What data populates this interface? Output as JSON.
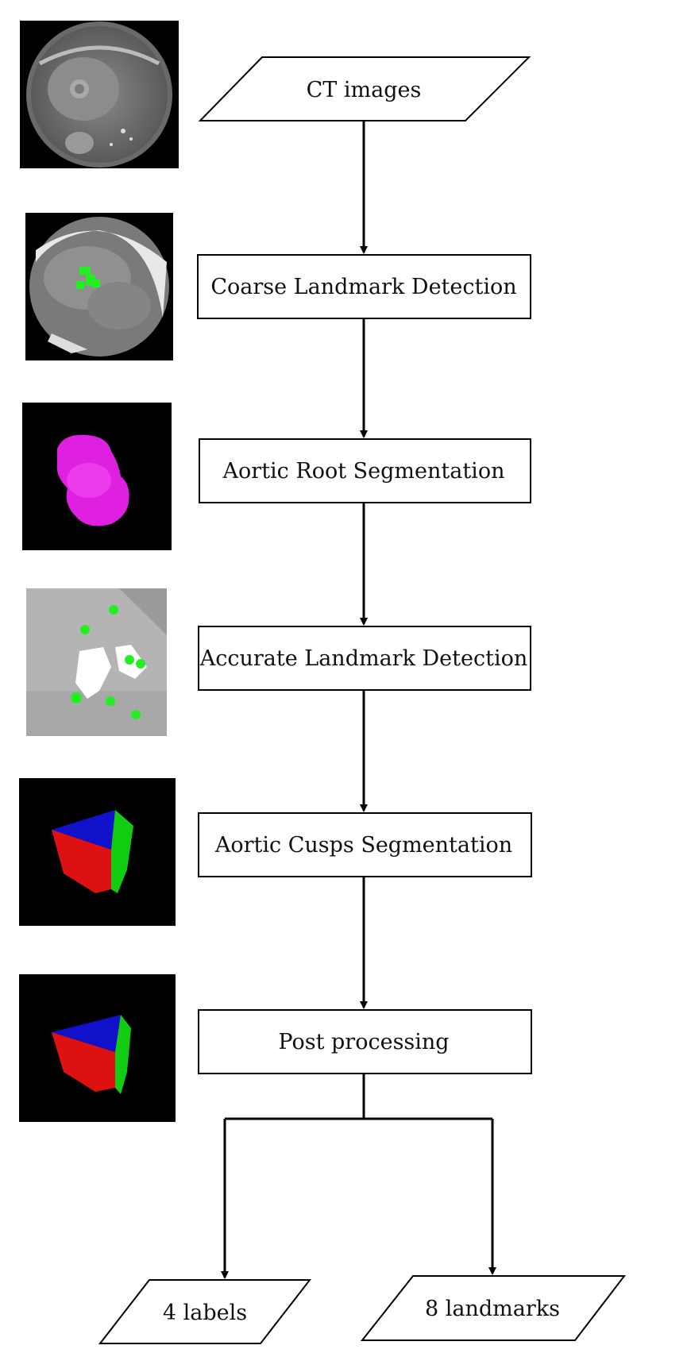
{
  "diagram": {
    "input": {
      "label": "CT images"
    },
    "steps": [
      {
        "label": "Coarse Landmark Detection"
      },
      {
        "label": "Aortic Root Segmentation"
      },
      {
        "label": "Accurate Landmark Detection"
      },
      {
        "label": "Aortic Cusps Segmentation"
      },
      {
        "label": "Post processing"
      }
    ],
    "outputs": [
      {
        "label": "4 labels"
      },
      {
        "label": "8 landmarks"
      }
    ],
    "thumbnails": [
      {
        "kind": "ct-axial-slice"
      },
      {
        "kind": "ct-slice-with-landmarks"
      },
      {
        "kind": "aortic-root-mesh"
      },
      {
        "kind": "ct-detail-with-landmarks"
      },
      {
        "kind": "cusps-mesh"
      },
      {
        "kind": "cusps-mesh"
      }
    ],
    "colors": {
      "stroke": "#000000",
      "landmark": "#22ee22",
      "root_mesh": "#e020e0",
      "cusp_red": "#dd1111",
      "cusp_green": "#11cc11",
      "cusp_blue": "#1111cc"
    }
  }
}
